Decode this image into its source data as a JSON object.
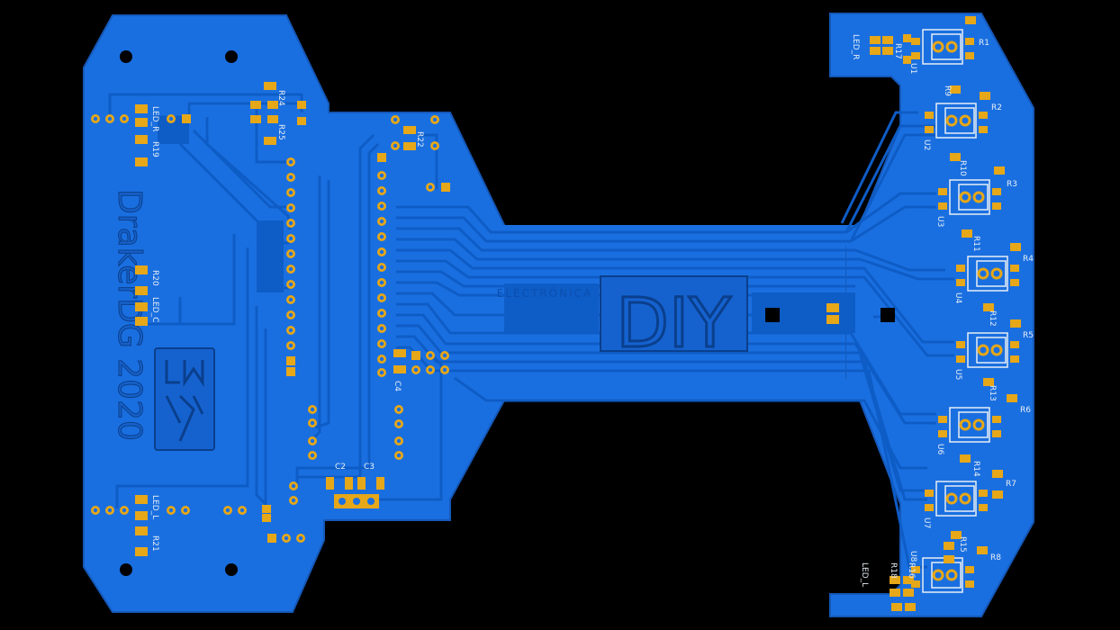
{
  "colors": {
    "background": "#000000",
    "board": "#1a6fe0",
    "trace": "#0e5cc6",
    "trace_edge": "#0a3f8c",
    "pad": "#e6a718",
    "silkscreen": "#e6eef5",
    "brand_text": "#0b4fb0"
  },
  "board": {
    "brand_text": "DrakerDG 2020",
    "center_text": "ELECTRÓNICA",
    "center_logo": "DIY",
    "logo_icon": "lmr-logo-icon"
  },
  "labels": {
    "r24": "R24",
    "r25": "R25",
    "r22": "R22",
    "led_r_top": "LED_R",
    "r19": "R19",
    "r20": "R20",
    "led_c": "LED_C",
    "led_l_left": "LED_L",
    "r21": "R21",
    "c2": "C2",
    "c3": "C3",
    "c4": "C4",
    "led_r_right": "LED_R",
    "r17": "R17",
    "led_l_right": "LED_L",
    "r18": "R18",
    "r16": "R16",
    "sensors": [
      {
        "u": "U1",
        "r": "R1",
        "rr": "R9"
      },
      {
        "u": "U2",
        "r": "R2",
        "rr": "R10"
      },
      {
        "u": "U3",
        "r": "R3",
        "rr": "R11"
      },
      {
        "u": "U4",
        "r": "R4",
        "rr": "R12"
      },
      {
        "u": "U5",
        "r": "R5",
        "rr": "R13"
      },
      {
        "u": "U6",
        "r": "R6",
        "rr": "R14"
      },
      {
        "u": "U7",
        "r": "R7",
        "rr": "R15"
      },
      {
        "u": "U8",
        "r": "R8",
        "rr": ""
      }
    ]
  }
}
